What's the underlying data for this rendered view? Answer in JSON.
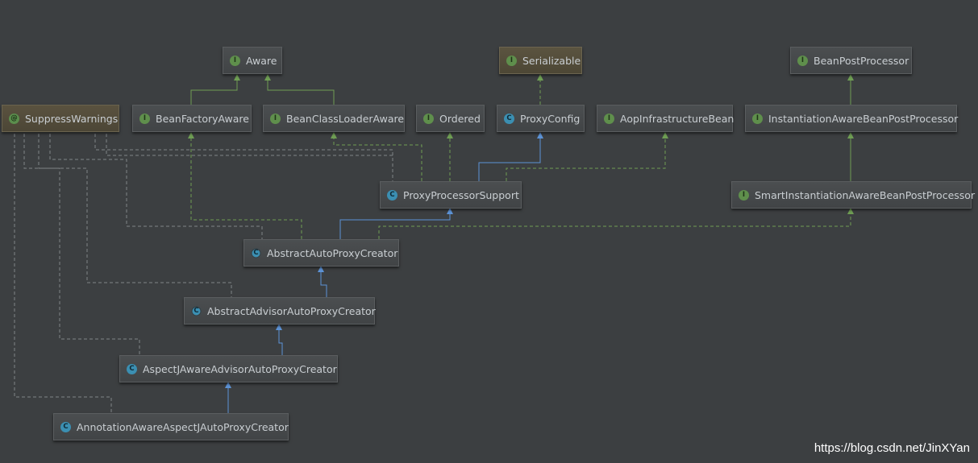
{
  "nodes": {
    "aware": {
      "label": "Aware",
      "kind": "interface"
    },
    "serializable": {
      "label": "Serializable",
      "kind": "interface"
    },
    "bean_post_processor": {
      "label": "BeanPostProcessor",
      "kind": "interface"
    },
    "suppress_warnings": {
      "label": "SuppressWarnings",
      "kind": "annotation"
    },
    "bean_factory_aware": {
      "label": "BeanFactoryAware",
      "kind": "interface"
    },
    "bean_class_loader_aware": {
      "label": "BeanClassLoaderAware",
      "kind": "interface"
    },
    "ordered": {
      "label": "Ordered",
      "kind": "interface"
    },
    "proxy_config": {
      "label": "ProxyConfig",
      "kind": "class"
    },
    "aop_infrastructure_bean": {
      "label": "AopInfrastructureBean",
      "kind": "interface"
    },
    "instantiation_aware_bpp": {
      "label": "InstantiationAwareBeanPostProcessor",
      "kind": "interface"
    },
    "proxy_processor_support": {
      "label": "ProxyProcessorSupport",
      "kind": "class"
    },
    "smart_instantiation_aware_bpp": {
      "label": "SmartInstantiationAwareBeanPostProcessor",
      "kind": "interface"
    },
    "abstract_auto_proxy_creator": {
      "label": "AbstractAutoProxyCreator",
      "kind": "abstract-class"
    },
    "abstract_advisor_auto_proxy_creator": {
      "label": "AbstractAdvisorAutoProxyCreator",
      "kind": "abstract-class"
    },
    "aspectj_aware_advisor_auto_proxy_creator": {
      "label": "AspectJAwareAdvisorAutoProxyCreator",
      "kind": "class"
    },
    "annotation_aware_aspectj_auto_proxy_creator": {
      "label": "AnnotationAwareAspectJAutoProxyCreator",
      "kind": "class"
    }
  },
  "icon_letters": {
    "interface": "I",
    "class": "C",
    "annotation": "@",
    "abstract-class": "C"
  },
  "colors": {
    "background": "#3c3f41",
    "implements_edge": "#6f9e54",
    "extends_edge": "#5d93d6",
    "annotation_edge": "#7f8487",
    "interface_icon": "#5f8f4c",
    "class_icon": "#3b8fb2"
  },
  "watermark": "https://blog.csdn.net/JinXYan"
}
